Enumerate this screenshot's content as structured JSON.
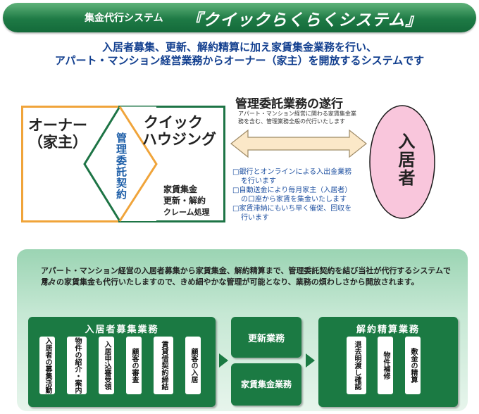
{
  "header": {
    "subtitle": "集金代行システム",
    "title": "『クイックらくらくシステム』"
  },
  "lead": {
    "line1": "入居者募集、更新、解約精算に加え家賃集金業務を行い、",
    "line2": "アパート・マンション経営業務からオーナー（家主）を開放するシステムです"
  },
  "owner": {
    "line1": "オーナー",
    "line2": "（家主）"
  },
  "quick": {
    "line1": "クイック",
    "line2": "ハウジング",
    "contract": "管理委託契約",
    "duties": [
      "家賃集金",
      "更新・解約",
      "クレーム処理"
    ]
  },
  "management": {
    "title": "管理委託業務の遂行",
    "note1": "アパート・マンション経営に関わる家賃集金業",
    "note2": "務を含む、管理業務全般の代行いたします"
  },
  "services": [
    {
      "l1": "□銀行とオンラインによる入出金業務",
      "l2": "を行います"
    },
    {
      "l1": "□自動送金により毎月家主（入居者）",
      "l2": "の口座から家賃を集金いたします"
    },
    {
      "l1": "□家賃滞納にもいち早く催促、回収を",
      "l2": "行います"
    }
  ],
  "tenant": {
    "label": "入居者"
  },
  "description": {
    "line1": "アパート・マンション経営の入居者募集から家賃集金、解約精算まで、管理委託契約を結び当社が代行するシステムです。",
    "line2": "月々の家賃集金も代行いたしますので、きめ細やかな管理が可能となり、業務の煩わしさから開放されます。"
  },
  "recruit": {
    "title": "入居者募集業務",
    "steps": [
      "入居者の募集活動",
      "物件の紹介・案内",
      "入居申込審受領",
      "顧客の審査",
      "賃貸借契約締結",
      "顧客の入居"
    ]
  },
  "renewal": {
    "title": "更新業務"
  },
  "collection": {
    "title": "家賃集金業務"
  },
  "settlement": {
    "title": "解約精算業務",
    "steps": [
      "退去明渡し確認",
      "物件補修",
      "敷金の精算"
    ]
  },
  "colors": {
    "green": "#1b7a43",
    "orange": "#f0a43a",
    "pink": "#f9c6dc",
    "arrow_fill": "#fbe8c8",
    "blue": "#1d4fa0"
  }
}
